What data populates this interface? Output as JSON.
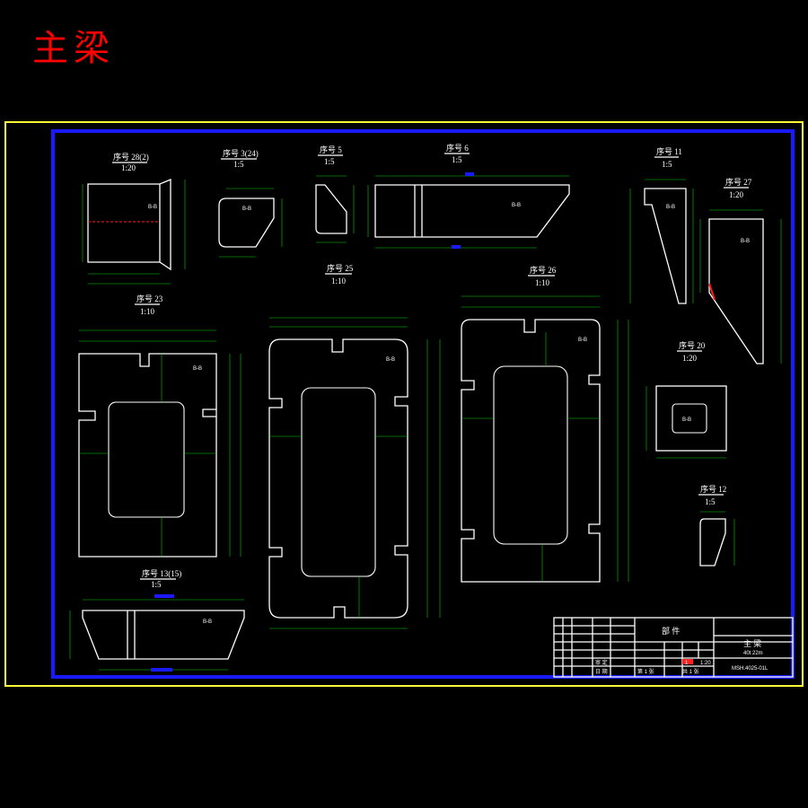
{
  "title": "主梁",
  "colors": {
    "background": "#000000",
    "title": "#ff0000",
    "outer_frame": "#ffff33",
    "inner_frame": "#1a1aff",
    "part_outline": "#ffffff",
    "dimension": "#00d000",
    "highlight": "#ff2020"
  },
  "parts": {
    "p28": {
      "label": "序号 28(2)",
      "scale": "1:20"
    },
    "p3": {
      "label": "序号 3(24)",
      "scale": "1:5"
    },
    "p5": {
      "label": "序号 5",
      "scale": "1:5"
    },
    "p6": {
      "label": "序号 6",
      "scale": "1:5"
    },
    "p11": {
      "label": "序号 11",
      "scale": "1:5"
    },
    "p27": {
      "label": "序号 27",
      "scale": "1:20"
    },
    "p23": {
      "label": "序号 23",
      "scale": "1:10"
    },
    "p25": {
      "label": "序号 25",
      "scale": "1:10"
    },
    "p26": {
      "label": "序号 26",
      "scale": "1:10"
    },
    "p20": {
      "label": "序号 20",
      "scale": "1:20"
    },
    "p12": {
      "label": "序号 12",
      "scale": "1:5"
    },
    "p13": {
      "label": "序号 13(15)",
      "scale": "1:5"
    }
  },
  "title_block": {
    "name_header": "部 件",
    "part_name": "主 梁",
    "spec": "40t 22m",
    "drawing_no": "MSH.4025-01L",
    "sheet_info": "共 1 张",
    "sheet_no": "第 1 张",
    "scale": "1:20",
    "weight": "1",
    "approval": "审 定",
    "date_label": "日 期"
  }
}
